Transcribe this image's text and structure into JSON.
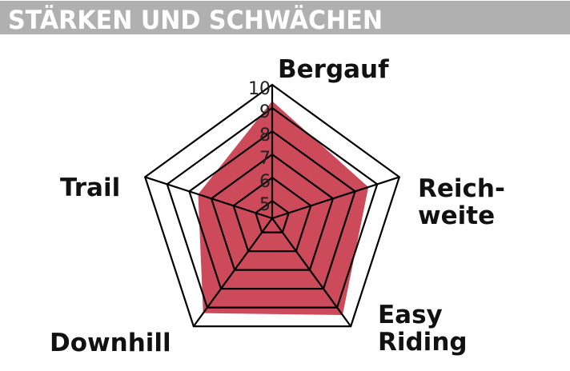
{
  "header": {
    "title": "STÄRKEN UND SCHWÄCHEN",
    "bg_color": "#b0b0b0"
  },
  "chart_data": {
    "type": "radar",
    "title": "STÄRKEN UND SCHWÄCHEN",
    "axes": [
      "Bergauf",
      "Reichweite",
      "Easy Riding",
      "Downhill",
      "Trail"
    ],
    "axis_label_lines": [
      [
        "Bergauf"
      ],
      [
        "Reich-",
        "weite"
      ],
      [
        "Easy",
        "Riding"
      ],
      [
        "Downhill"
      ],
      [
        "Trail"
      ]
    ],
    "tick_labels": [
      "5",
      "6",
      "7",
      "8",
      "9",
      "10"
    ],
    "ticks": [
      5,
      6,
      7,
      8,
      9,
      10
    ],
    "range": [
      4.25,
      10
    ],
    "values": [
      9.3,
      8.6,
      9.4,
      9.3,
      7.6
    ],
    "fill_color": "#cc4a5a",
    "grid": true
  }
}
